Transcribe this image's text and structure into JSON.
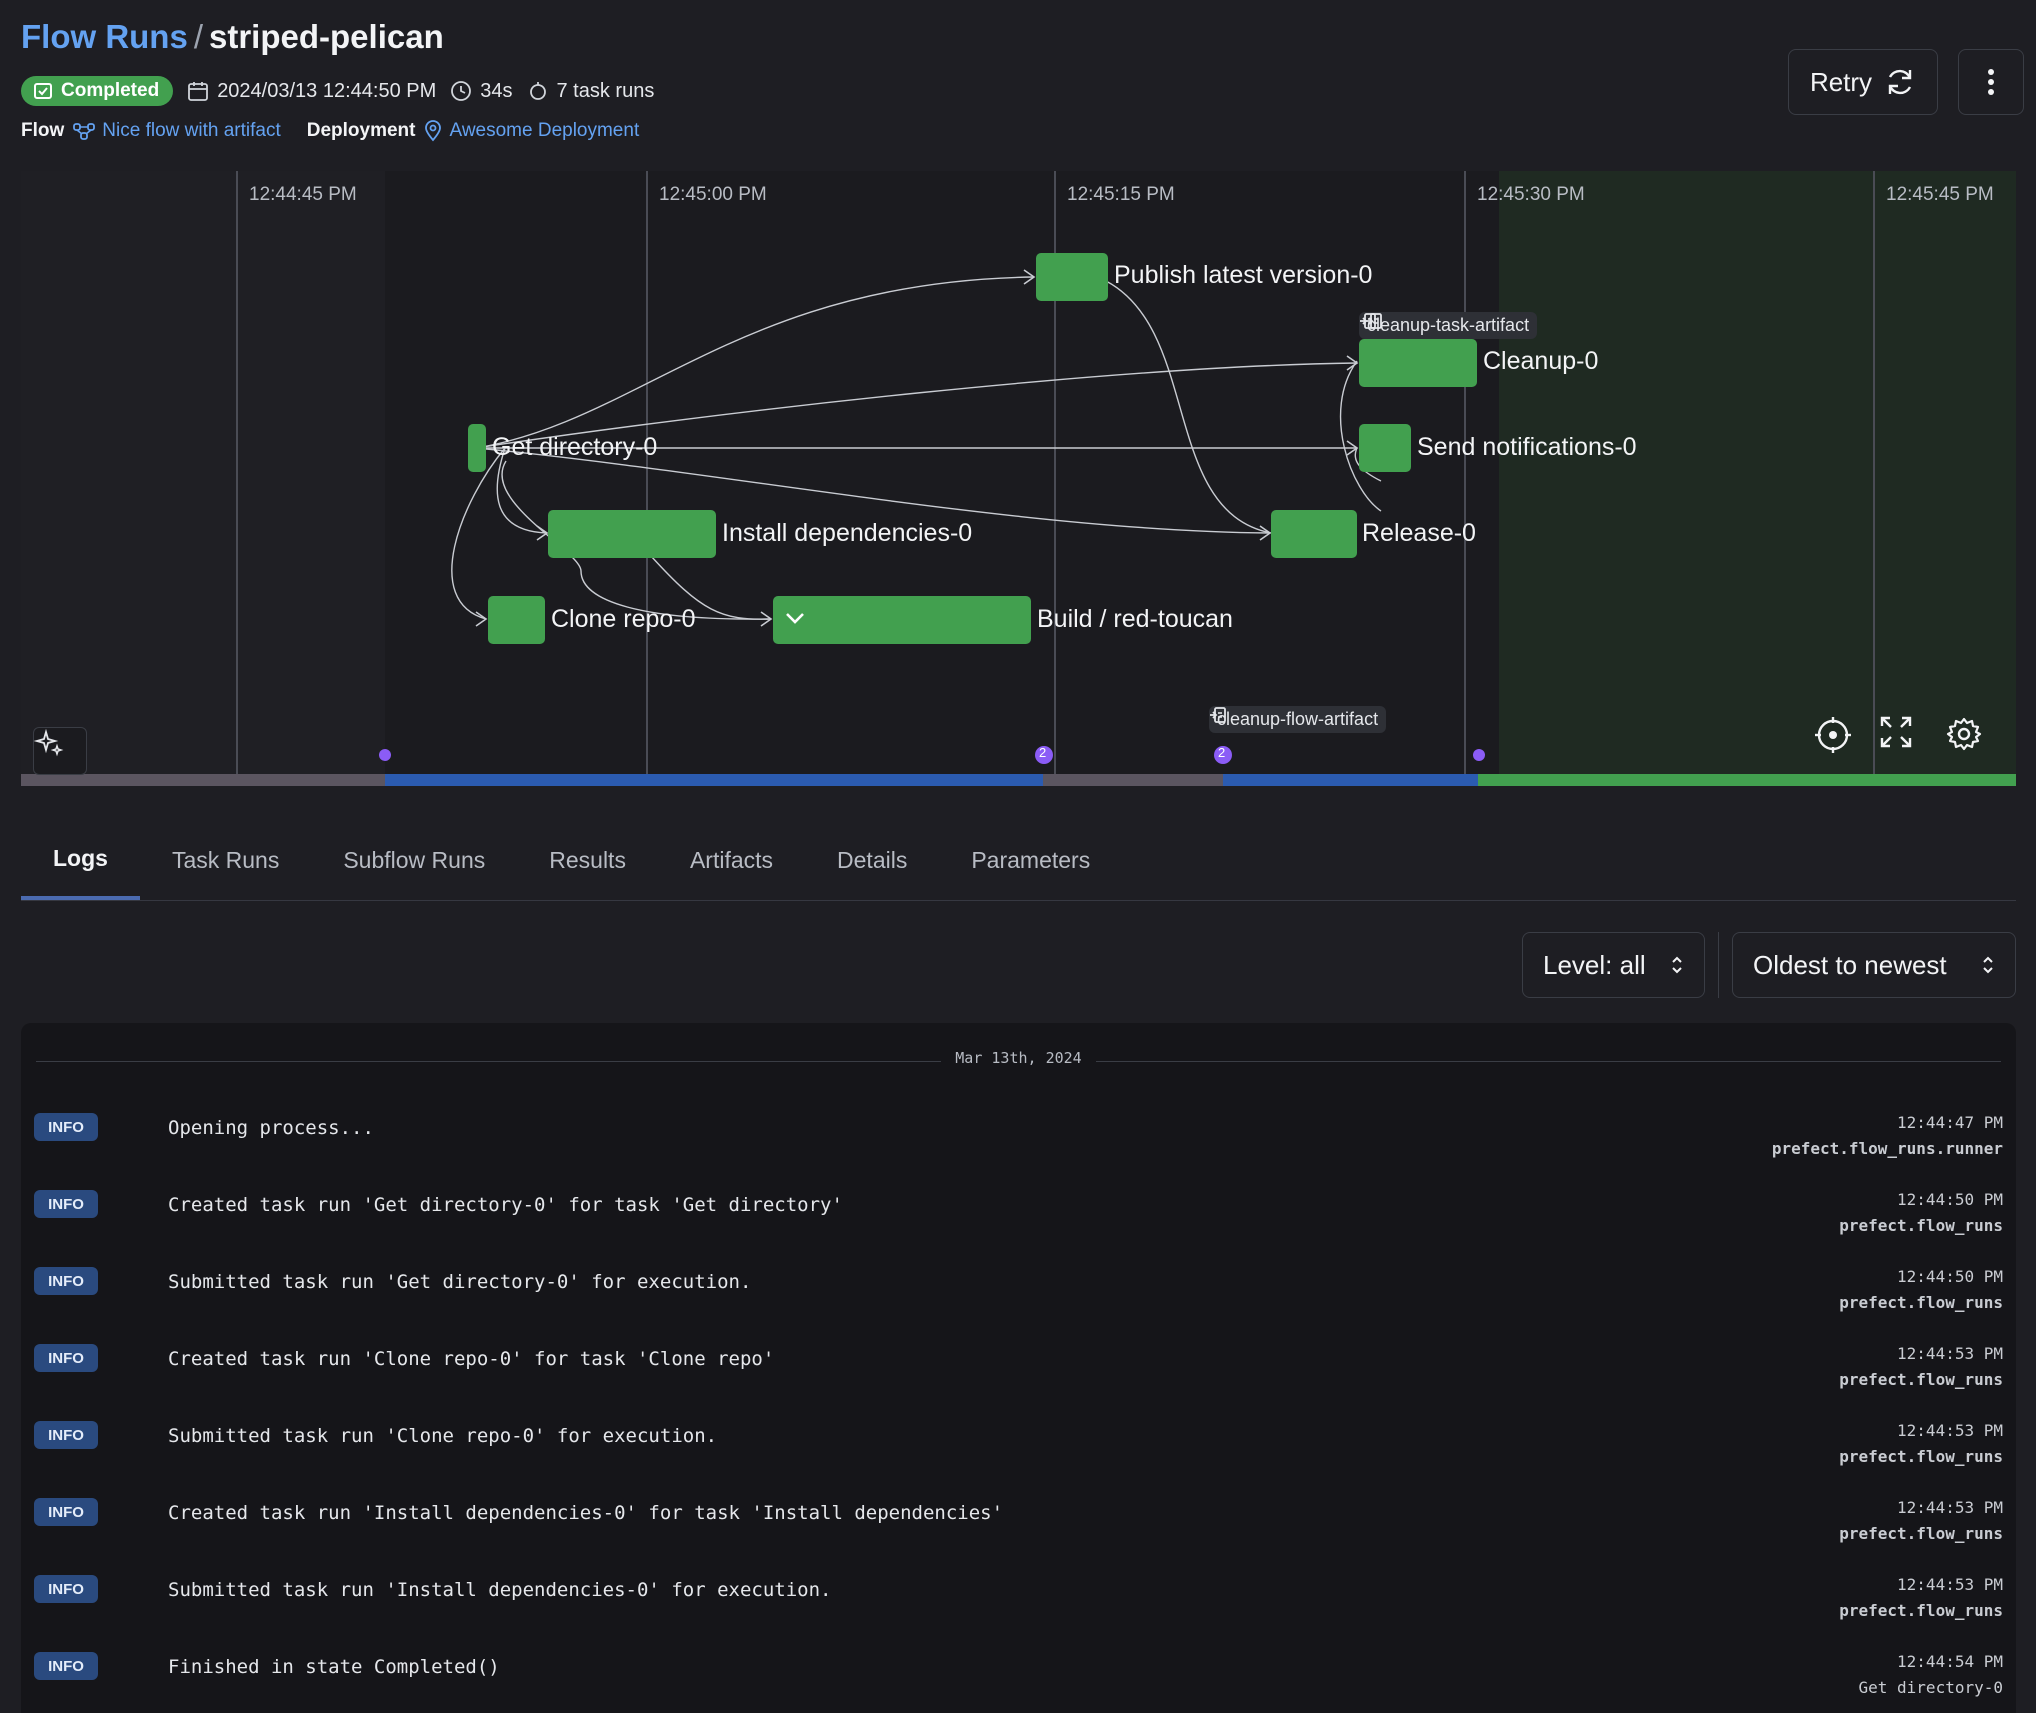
{
  "header": {
    "breadcrumb": "Flow Runs",
    "separator": "/",
    "run_name": "striped-pelican",
    "status": "Completed",
    "start_time": "2024/03/13 12:44:50 PM",
    "duration": "34s",
    "task_runs": "7 task runs",
    "flow_label": "Flow",
    "flow_name": "Nice flow with artifact",
    "deployment_label": "Deployment",
    "deployment_name": "Awesome Deployment",
    "retry_label": "Retry"
  },
  "timeline": {
    "axis_labels": [
      "12:44:45 PM",
      "12:45:00 PM",
      "12:45:15 PM",
      "12:45:30 PM",
      "12:45:45 PM"
    ],
    "nodes": [
      {
        "label": "Publish latest version-0"
      },
      {
        "label": "Cleanup-0"
      },
      {
        "label": "Get directory-0"
      },
      {
        "label": "Send notifications-0"
      },
      {
        "label": "Install dependencies-0"
      },
      {
        "label": "Release-0"
      },
      {
        "label": "Clone repo-0"
      },
      {
        "label": "Build / red-toucan"
      }
    ],
    "artifacts": [
      "cleanup-task-artifact",
      "cleanup-flow-artifact"
    ],
    "event_counts": [
      "2",
      "2"
    ],
    "colors": {
      "completed": "#42a04f",
      "running": "#2b5bb0",
      "pending": "#5b5560",
      "event": "#8b5cf6"
    }
  },
  "tabs": [
    "Logs",
    "Task Runs",
    "Subflow Runs",
    "Results",
    "Artifacts",
    "Details",
    "Parameters"
  ],
  "filters": {
    "level": "Level: all",
    "order": "Oldest to newest"
  },
  "logs": {
    "date": "Mar 13th, 2024",
    "rows": [
      {
        "level": "INFO",
        "message": "Opening process...",
        "time": "12:44:47 PM",
        "source": "prefect.flow_runs.runner"
      },
      {
        "level": "INFO",
        "message": "Created task run 'Get directory-0' for task 'Get directory'",
        "time": "12:44:50 PM",
        "source": "prefect.flow_runs"
      },
      {
        "level": "INFO",
        "message": "Submitted task run 'Get directory-0' for execution.",
        "time": "12:44:50 PM",
        "source": "prefect.flow_runs"
      },
      {
        "level": "INFO",
        "message": "Created task run 'Clone repo-0' for task 'Clone repo'",
        "time": "12:44:53 PM",
        "source": "prefect.flow_runs"
      },
      {
        "level": "INFO",
        "message": "Submitted task run 'Clone repo-0' for execution.",
        "time": "12:44:53 PM",
        "source": "prefect.flow_runs"
      },
      {
        "level": "INFO",
        "message": "Created task run 'Install dependencies-0' for task 'Install dependencies'",
        "time": "12:44:53 PM",
        "source": "prefect.flow_runs"
      },
      {
        "level": "INFO",
        "message": "Submitted task run 'Install dependencies-0' for execution.",
        "time": "12:44:53 PM",
        "source": "prefect.flow_runs"
      },
      {
        "level": "INFO",
        "message": "Finished in state Completed()",
        "time": "12:44:54 PM",
        "source": "Get directory-0"
      }
    ]
  }
}
